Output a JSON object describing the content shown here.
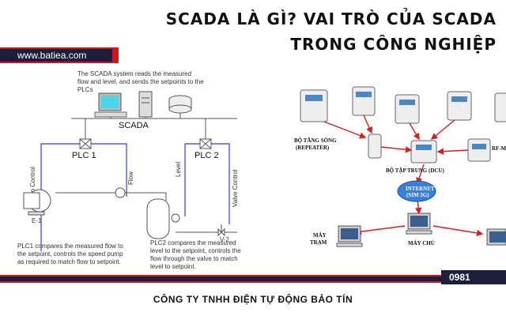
{
  "header": {
    "title_line1": "SCADA LÀ GÌ? VAI TRÒ CỦA SCADA",
    "title_line2": "TRONG CÔNG NGHIỆP",
    "url": "www.batiea.com"
  },
  "left_diagram": {
    "caption_top": "The SCADA system reads the measured flow and level, and sends the setpoints to the PLCs",
    "caption_top_lines": [
      "The SCADA system reads the measured",
      "flow and level, and sends the setpoints to the",
      "PLCs"
    ],
    "scada_label": "SCADA",
    "plc1_label": "PLC 1",
    "plc2_label": "PLC 2",
    "pump_control": "Pump Control",
    "flow": "Flow",
    "level": "Level",
    "valve_control": "Valve Control",
    "pump_tag": "E-1",
    "valve_tag": "V-2",
    "caption_plc1_lines": [
      "PLC1 compares the measured flow to",
      "the setpoint, controls the speed pump",
      "as required to match flow to setpoint."
    ],
    "caption_plc2_lines": [
      "PLC2 compares the measured",
      "level to the setpoint, controls the",
      "flow through the valve to match",
      "level to setpoint."
    ]
  },
  "right_diagram": {
    "repeater_lines": [
      "BỘ TĂNG SÓNG",
      "(REPEATER)"
    ],
    "dcu": "BỘ TẬP TRUNG (DCU)",
    "rf": "RF-M",
    "internet_lines": [
      "INTERNET",
      "(SIM 3G)"
    ],
    "station_lines": [
      "MÁY",
      "TRẠM"
    ],
    "server": "MÁY CHỦ"
  },
  "footer": {
    "phone": "0981",
    "company": "CÔNG TY TNHH ĐIỆN TỰ ĐỘNG BẢO TÍN"
  },
  "colors": {
    "accent_red": "#d8141a",
    "navy": "#1b1f3b",
    "signal_blue": "#3b3bd6",
    "arrow_red": "#d02020"
  }
}
